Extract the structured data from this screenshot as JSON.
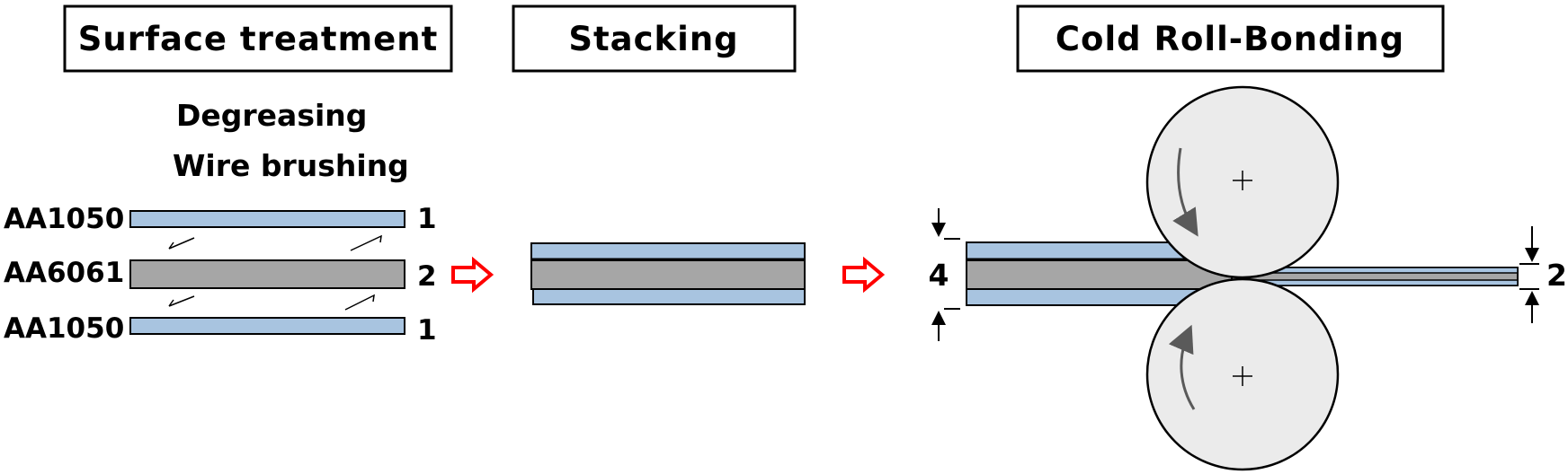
{
  "stages": {
    "surface": "Surface treatment",
    "stacking": "Stacking",
    "crb": "Cold Roll-Bonding"
  },
  "surface_steps": [
    "Degreasing",
    "Wire brushing"
  ],
  "materials": [
    {
      "name": "AA1050",
      "thickness": "1"
    },
    {
      "name": "AA6061",
      "thickness": "2"
    },
    {
      "name": "AA1050",
      "thickness": "1"
    }
  ],
  "dimensions": {
    "initial_thickness": "4",
    "final_thickness": "2"
  },
  "colors": {
    "clad": "#a8c4e0",
    "core": "#a6a6a6",
    "roll": "#ebebeb",
    "arrow": "#ff0000"
  },
  "icons": [
    "stage-arrow-icon",
    "roll-center-cross-icon",
    "rotation-arrow-icon",
    "dimension-arrow-icon"
  ]
}
